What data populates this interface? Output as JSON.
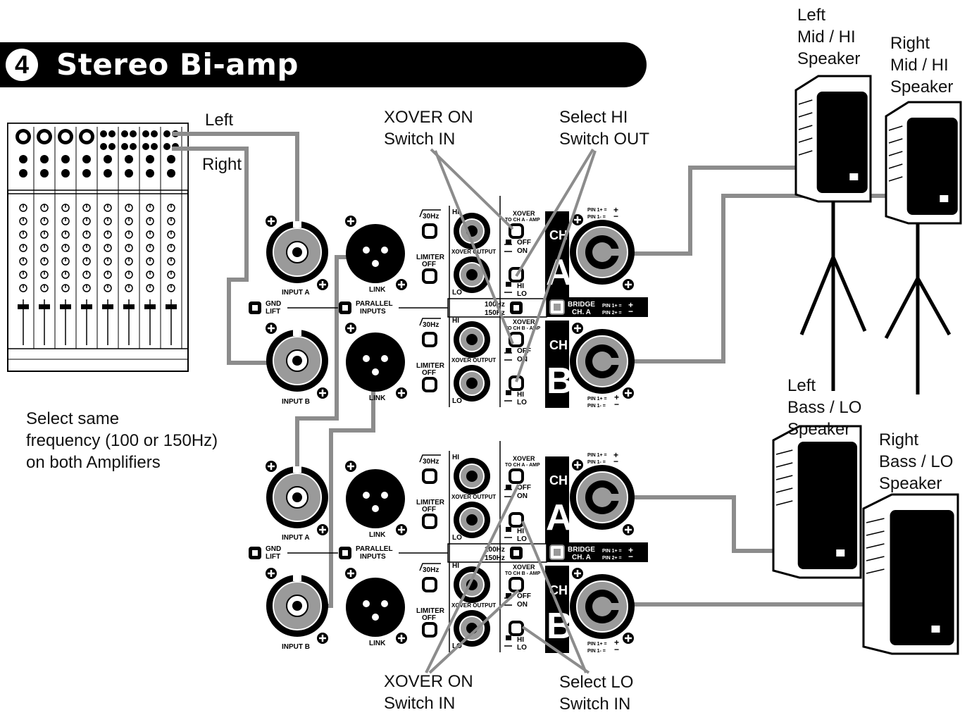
{
  "title": {
    "number": "4",
    "text": "Stereo Bi-amp"
  },
  "labels": {
    "left": "Left",
    "right": "Right",
    "xover_on_top_1": "XOVER ON",
    "xover_on_top_2": "Switch IN",
    "select_hi_1": "Select HI",
    "select_hi_2": "Switch OUT",
    "xover_on_bottom_1": "XOVER ON",
    "xover_on_bottom_2": "Switch IN",
    "select_lo_1": "Select LO",
    "select_lo_2": "Switch IN",
    "select_same_1": "Select same",
    "select_same_2": "frequency (100 or 150Hz)",
    "select_same_3": "on both Amplifiers",
    "left_mid_1": "Left",
    "left_mid_2": "Mid / HI",
    "left_mid_3": "Speaker",
    "right_mid_1": "Right",
    "right_mid_2": "Mid / HI",
    "right_mid_3": "Speaker",
    "left_bass_1": "Left",
    "left_bass_2": "Bass / LO",
    "left_bass_3": "Speaker",
    "right_bass_1": "Right",
    "right_bass_2": "Bass / LO",
    "right_bass_3": "Speaker"
  },
  "amp": {
    "input_a": "INPUT A",
    "input_b": "INPUT B",
    "link": "LINK",
    "gnd": "GND",
    "lift": "LIFT",
    "parallel": "PARALLEL",
    "inputs": "INPUTS",
    "hz30": "30Hz",
    "limiter": "LIMITER",
    "off": "OFF",
    "on": "ON",
    "hi": "HI",
    "lo": "LO",
    "xover_output": "XOVER OUTPUT",
    "xover": "XOVER",
    "to_ch_a": "TO CH A - AMP",
    "to_ch_b": "TO CH B - AMP",
    "ch": "CH",
    "a": "A",
    "b": "B",
    "hz100": "100Hz",
    "hz150": "150Hz",
    "bridge": "BRIDGE",
    "bridge_ch": "CH. A",
    "pin1p": "PIN 1+ =",
    "pin1m": "PIN 1- =",
    "pin2p": "PIN 2+ =",
    "plus": "+",
    "minus": "−"
  },
  "colors": {
    "cable": "#8c8c8c",
    "connector": "#9a9a9a",
    "ink": "#000000",
    "paper": "#ffffff"
  }
}
